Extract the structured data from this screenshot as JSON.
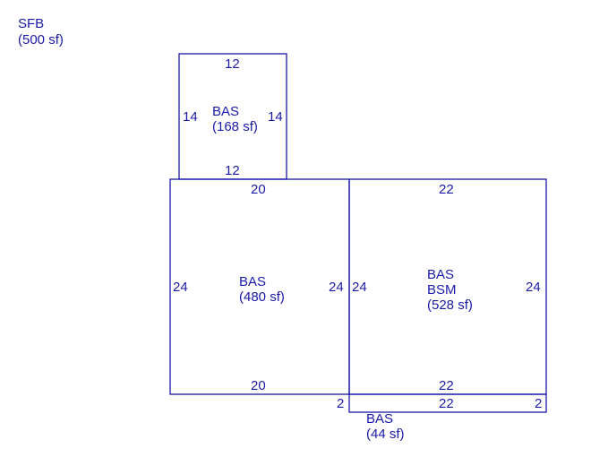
{
  "colors": {
    "line": "#1a1aa8",
    "text": "#1a1aa8"
  },
  "summary": {
    "code": "SFB",
    "area": "(500 sf)"
  },
  "areas": [
    {
      "id": "upper-bas",
      "labels": [
        "BAS",
        "(168 sf)"
      ],
      "dimensions": {
        "top": "12",
        "bottom": "12",
        "left": "14",
        "right": "14"
      }
    },
    {
      "id": "left-bas",
      "labels": [
        "BAS",
        "(480 sf)"
      ],
      "dimensions": {
        "top": "20",
        "bottom": "20",
        "left": "24",
        "right": "24"
      }
    },
    {
      "id": "right-bas-bsm",
      "labels": [
        "BAS",
        "BSM",
        "(528 sf)"
      ],
      "dimensions": {
        "top": "22",
        "bottom": "22",
        "left": "24",
        "right": "24"
      }
    },
    {
      "id": "strip-bas",
      "labels": [
        "BAS",
        "(44 sf)"
      ],
      "dimensions": {
        "top": "22",
        "left": "2",
        "right": "2"
      }
    }
  ]
}
